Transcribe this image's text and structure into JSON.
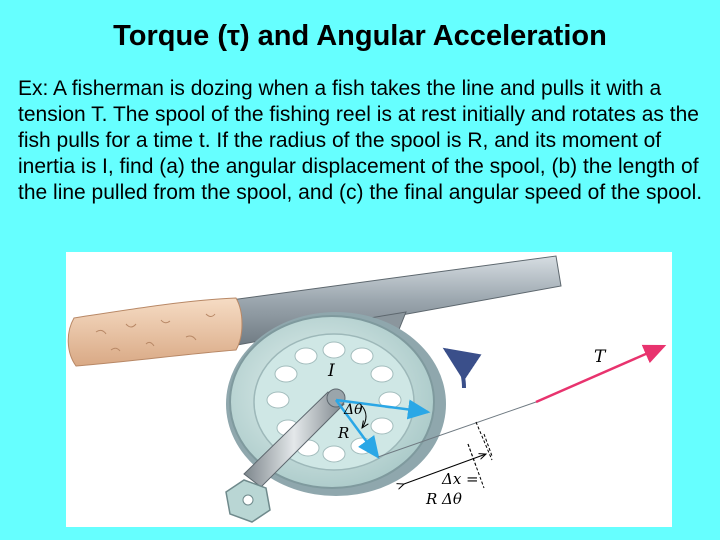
{
  "slide": {
    "title": "Torque (τ) and Angular Acceleration",
    "body": "Ex: A fisherman is dozing when a fish takes the line and pulls it with a tension T. The spool of the fishing reel is at rest initially and rotates as the fish pulls for a time t. If the radius of the spool is R, and its moment of inertia is I, find (a) the angular displacement of the spool, (b) the length of the line pulled from the spool, and (c) the final angular speed of the spool."
  },
  "figure": {
    "labels": {
      "tension": "T",
      "inertia": "I",
      "angle": "Δθ",
      "radius": "R",
      "displacement_top": "Δx =",
      "displacement_bottom": "R Δθ"
    },
    "colors": {
      "background": "#66ffff",
      "tension_arrow": "#e8336e",
      "radius_arrow": "#2aa7e6",
      "rotation_arrow": "#3a4f8a",
      "spool": "#bfe0e0"
    }
  }
}
